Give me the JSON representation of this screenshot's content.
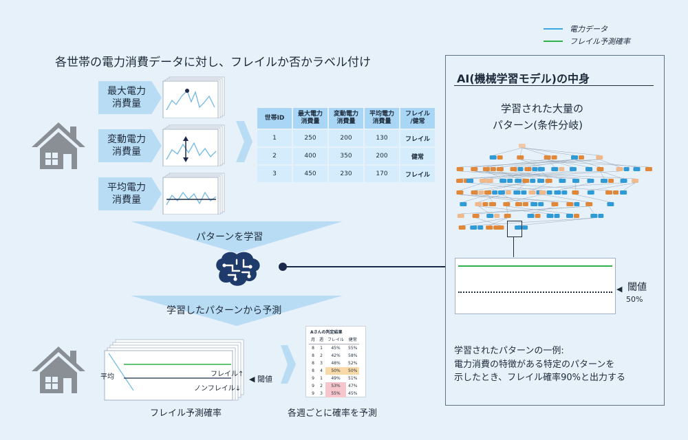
{
  "legend": {
    "power_label": "電力データ",
    "frailty_label": "フレイル予測確率",
    "power_color": "#3aa8e0",
    "frailty_color": "#2fb04a"
  },
  "top_caption": "各世帯の電力消費データに対し、フレイルか否かラベル付け",
  "features": [
    {
      "line1": "最大電力",
      "line2": "消費量"
    },
    {
      "line1": "変動電力",
      "line2": "消費量"
    },
    {
      "line1": "平均電力",
      "line2": "消費量"
    }
  ],
  "table": {
    "headers": [
      "世帯ID",
      "最大電力\n消費量",
      "変動電力\n消費量",
      "平均電力\n消費量",
      "フレイル\n/健常"
    ],
    "rows": [
      [
        "1",
        "250",
        "200",
        "130",
        "フレイル"
      ],
      [
        "2",
        "400",
        "350",
        "200",
        "健常"
      ],
      [
        "3",
        "450",
        "230",
        "170",
        "フレイル"
      ]
    ]
  },
  "arrow_learn": "パターンを学習",
  "arrow_predict": "学習したパターンから予測",
  "bottom": {
    "avg_label": "平均",
    "frailty_up": "フレイル↑",
    "non_frailty_down": "ノンフレイル↓",
    "threshold_label": "◀ 閾値",
    "caption_prob": "フレイル予測確率",
    "caption_weekly": "各週ごとに確率を予測"
  },
  "result_card": {
    "title": "Aさんの判定結果",
    "headers": [
      "月",
      "週",
      "フレイル",
      "健常"
    ],
    "rows": [
      [
        "8",
        "1",
        "45%",
        "55%"
      ],
      [
        "8",
        "2",
        "42%",
        "58%"
      ],
      [
        "8",
        "3",
        "48%",
        "52%"
      ],
      [
        "8",
        "4",
        "50%",
        "50%"
      ],
      [
        "9",
        "1",
        "49%",
        "51%"
      ],
      [
        "9",
        "2",
        "53%",
        "47%"
      ],
      [
        "9",
        "3",
        "55%",
        "45%"
      ]
    ]
  },
  "panel": {
    "title": "AI(機械学習モデル)の中身",
    "subtitle_line1": "学習された大量の",
    "subtitle_line2": "パターン(条件分岐)",
    "threshold_label": "閾値",
    "threshold_value": "50%",
    "desc_line1": "学習されたパターンの一例:",
    "desc_line2": "電力消費の特徴がある特定のパターンを",
    "desc_line3": "示したとき、フレイル確率90%と出力する"
  }
}
